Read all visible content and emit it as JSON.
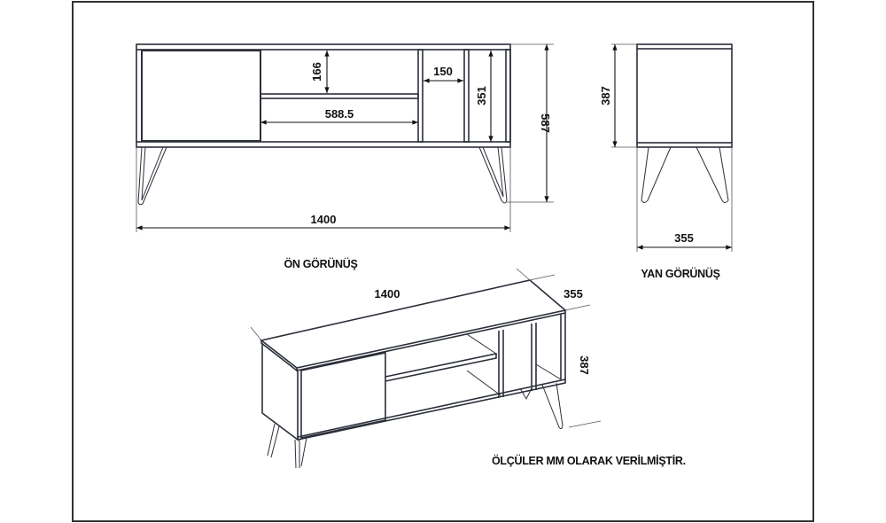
{
  "drawing": {
    "front_view": {
      "label": "ÖN GÖRÜNÜŞ",
      "dimensions": {
        "total_width": "1400",
        "total_height": "587",
        "upper_shelf_height": "166",
        "shelf_width": "588.5",
        "compartment_width": "150",
        "compartment_height": "351"
      }
    },
    "side_view": {
      "label": "YAN GÖRÜNÜŞ",
      "dimensions": {
        "body_height": "387",
        "depth": "355"
      }
    },
    "isometric_view": {
      "dimensions": {
        "width": "1400",
        "depth": "355",
        "height": "387"
      }
    },
    "note": "ÖLÇÜLER MM OLARAK VERİLMİŞTİR."
  },
  "colors": {
    "line": "#2b2f3a",
    "frame": "#333333",
    "background": "#ffffff"
  }
}
